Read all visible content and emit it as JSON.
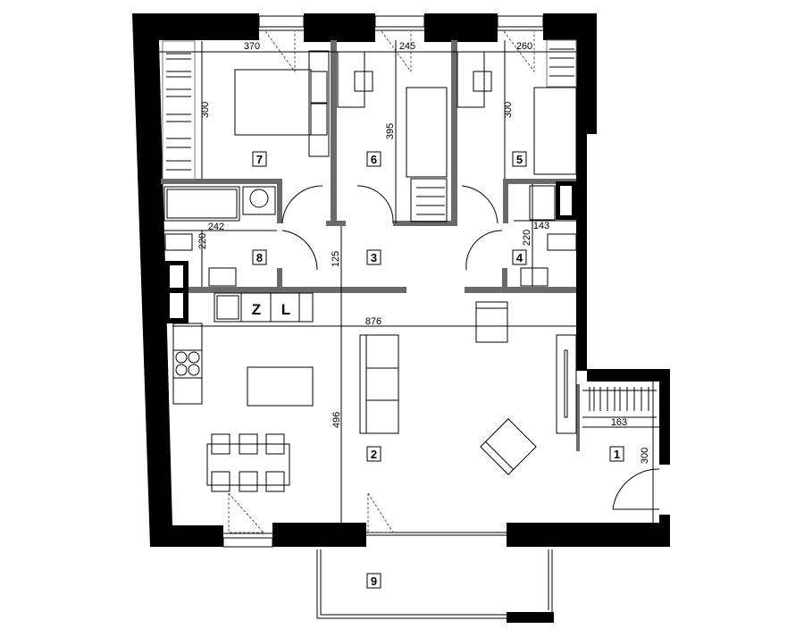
{
  "rooms": [
    {
      "id": "1"
    },
    {
      "id": "2"
    },
    {
      "id": "3"
    },
    {
      "id": "4"
    },
    {
      "id": "5"
    },
    {
      "id": "6"
    },
    {
      "id": "7"
    },
    {
      "id": "8"
    },
    {
      "id": "9"
    }
  ],
  "dimensions": {
    "room7_width": "370",
    "room6_width": "245",
    "room5_width": "260",
    "room7_depth": "300",
    "room6_depth": "395",
    "room5_depth": "300",
    "bath8_width": "242",
    "bath8_depth": "220",
    "hall3_depth": "125",
    "bath4_depth": "220",
    "bath4_width": "143",
    "living_width": "876",
    "living_depth": "496",
    "entry_width": "163",
    "entry_depth": "300"
  },
  "appliance_labels": {
    "fridge": "Z",
    "washer": "L"
  }
}
